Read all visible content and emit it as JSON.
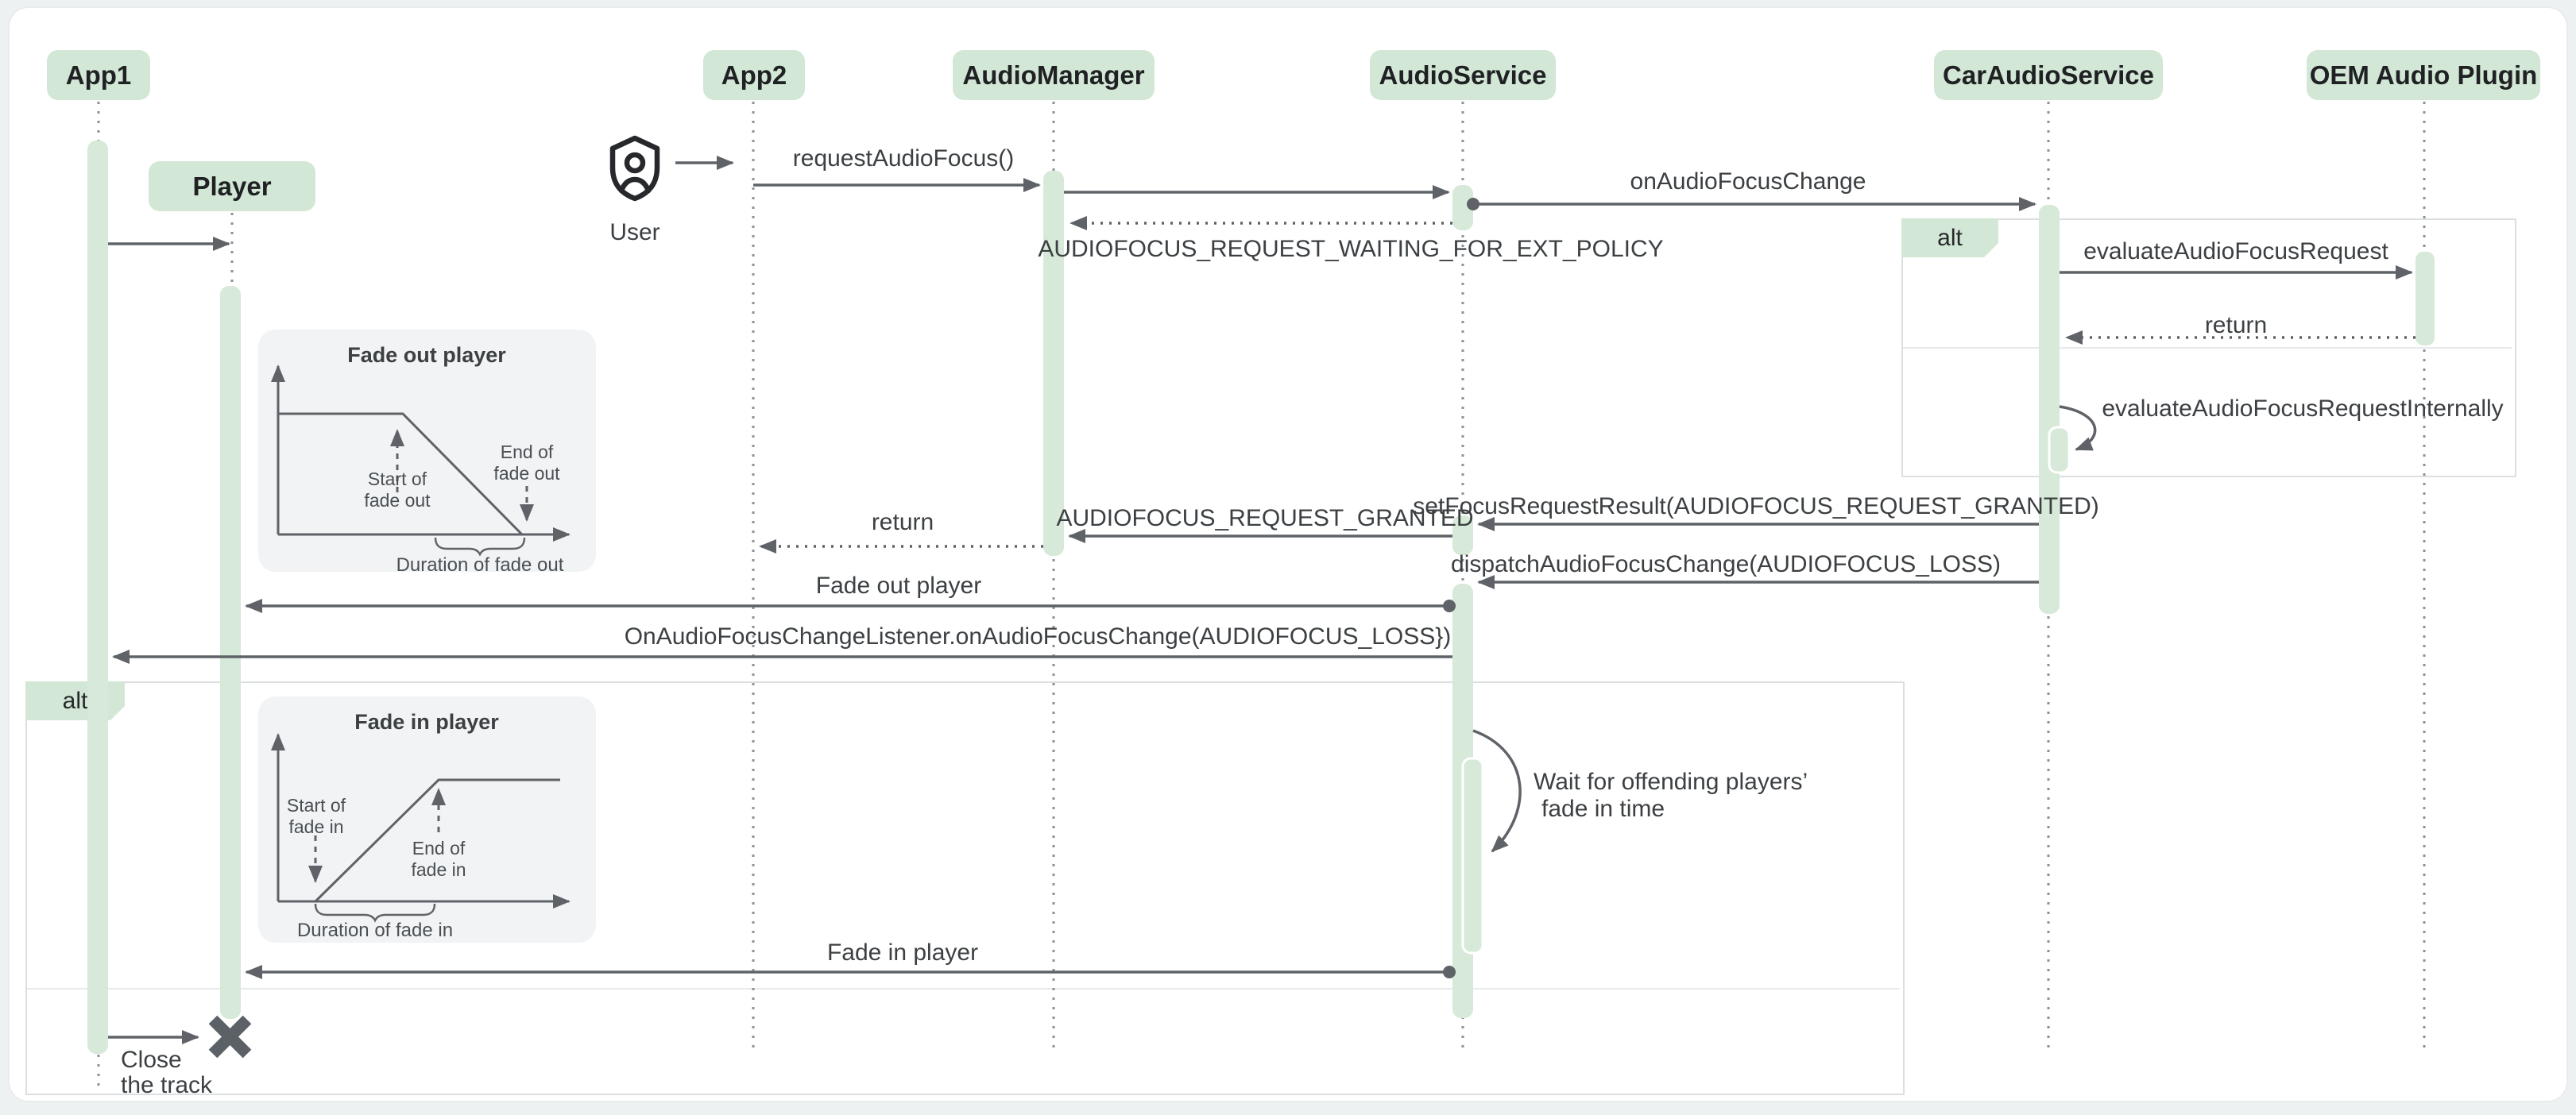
{
  "diagram": {
    "type": "sequence-diagram",
    "topic": "Audio focus request with fade out / fade in handling"
  },
  "participants": [
    {
      "label": "App1"
    },
    {
      "label": "Player"
    },
    {
      "label": "App2"
    },
    {
      "label": "AudioManager"
    },
    {
      "label": "AudioService"
    },
    {
      "label": "CarAudioService"
    },
    {
      "label": "OEM Audio Plugin"
    }
  ],
  "actor": {
    "label": "User"
  },
  "fragments": {
    "alt_right": "alt",
    "alt_left": "alt"
  },
  "messages": {
    "request_audio_focus": "requestAudioFocus()",
    "on_audio_focus_change": "onAudioFocusChange",
    "waiting_for_ext_policy": "AUDIOFOCUS_REQUEST_WAITING_FOR_EXT_POLICY",
    "evaluate_audio_focus_request": "evaluateAudioFocusRequest",
    "return_right": "return",
    "evaluate_internally": "evaluateAudioFocusRequestInternally",
    "set_focus_request_result": "setFocusRequestResult(AUDIOFOCUS_REQUEST_GRANTED)",
    "request_granted": "AUDIOFOCUS_REQUEST_GRANTED",
    "return_left": "return",
    "dispatch_focus_change": "dispatchAudioFocusChange(AUDIOFOCUS_LOSS)",
    "fade_out_player": "Fade out player",
    "on_focus_change_listener": "OnAudioFocusChangeListener.onAudioFocusChange(AUDIOFOCUS_LOSS})",
    "wait_line1": "Wait for offending players’",
    "wait_line2": "fade in time",
    "fade_in_player": "Fade in player",
    "close_line1": "Close",
    "close_line2": "the track"
  },
  "insets": {
    "fade_out": {
      "title": "Fade out player",
      "start_line1": "Start of",
      "start_line2": "fade out",
      "end_line1": "End of",
      "end_line2": "fade out",
      "duration": "Duration of fade out"
    },
    "fade_in": {
      "title": "Fade in player",
      "start_line1": "Start of",
      "start_line2": "fade in",
      "end_line1": "End of",
      "end_line2": "fade in",
      "duration": "Duration of fade in"
    }
  },
  "icons": {
    "user": "shield-account-icon",
    "destroy": "x-mark-icon"
  },
  "colors": {
    "participant_green": "#d2e7d5",
    "activation_green": "#d7e9d8",
    "arrow_gray": "#5f6368",
    "text_dark": "#3c4043",
    "frame_border": "#dcdfe2",
    "inset_background": "#f1f3f4",
    "canvas_background": "#eef1f2"
  }
}
